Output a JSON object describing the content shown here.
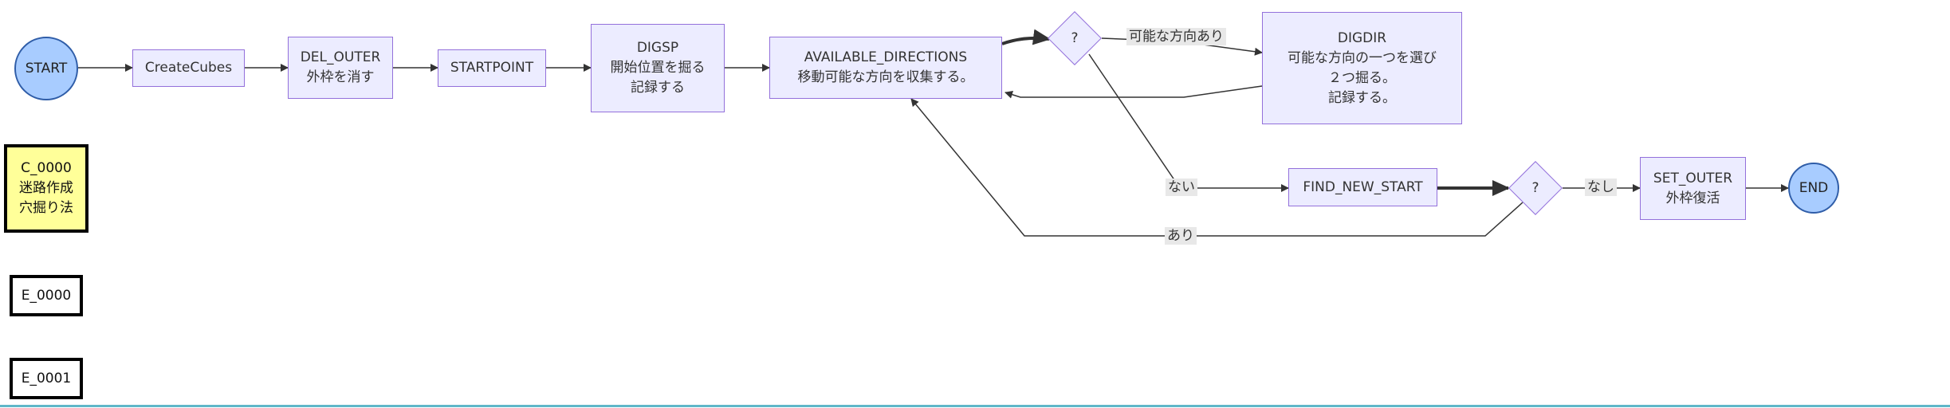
{
  "nodes": {
    "start": "START",
    "create_cubes": "CreateCubes",
    "del_outer": [
      "DEL_OUTER",
      "外枠を消す"
    ],
    "startpoint": "STARTPOINT",
    "digsp": [
      "DIGSP",
      "開始位置を掘る",
      "記録する"
    ],
    "available_directions": [
      "AVAILABLE_DIRECTIONS",
      "移動可能な方向を収集する。"
    ],
    "decision1": "?",
    "digdir": [
      "DIGDIR",
      "可能な方向の一つを選び",
      "２つ掘る。",
      "記録する。"
    ],
    "find_new_start": "FIND_NEW_START",
    "decision2": "?",
    "set_outer": [
      "SET_OUTER",
      "外枠復活"
    ],
    "end": "END"
  },
  "edge_labels": {
    "possible": "可能な方向あり",
    "none": "ない",
    "exists": "あり",
    "nashi": "なし"
  },
  "legend": {
    "c0000": [
      "C_0000",
      "迷路作成",
      "穴掘り法"
    ],
    "e0000": "E_0000",
    "e0001": "E_0001"
  },
  "colors": {
    "node_fill": "#ececff",
    "node_border": "#9370db",
    "terminal_fill": "#a8ccff",
    "terminal_border": "#2f5da8",
    "highlight_fill": "#ffff99",
    "edge": "#333333"
  }
}
